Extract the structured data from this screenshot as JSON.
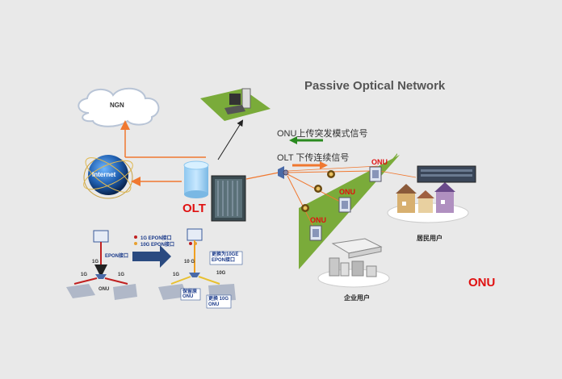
{
  "title": "Passive Optical Network",
  "labels": {
    "ngn": "NGN",
    "internet": "Internet",
    "olt": "OLT",
    "upstream": "ONU上传突发模式信号",
    "downstream": "OLT 下传连续信号",
    "onu_1": "ONU",
    "onu_2": "ONU",
    "onu_3": "ONU",
    "onu_big": "ONU",
    "residential": "居民用户",
    "enterprise": "企业用户"
  },
  "mini_left": {
    "epon_port": "EPON接口",
    "g1_left": "1G",
    "g1_right": "1G",
    "g1_vertical": "1G",
    "onu": "ONU"
  },
  "mini_right": {
    "legend_1g": "1G EPON接口",
    "legend_10g": "10G EPON接口",
    "upgrade": "更换为10GE EPON接口",
    "g1": "1G",
    "g10": "10G",
    "g10_vertical": "10 G",
    "keep_onu": "保留原 ONU",
    "replace_onu": "更换 10G ONU"
  },
  "colors": {
    "accent_red": "#e01010",
    "arrow_orange": "#f07830",
    "arrow_green": "#2a8a20",
    "triangle_green": "#7aab3a"
  }
}
